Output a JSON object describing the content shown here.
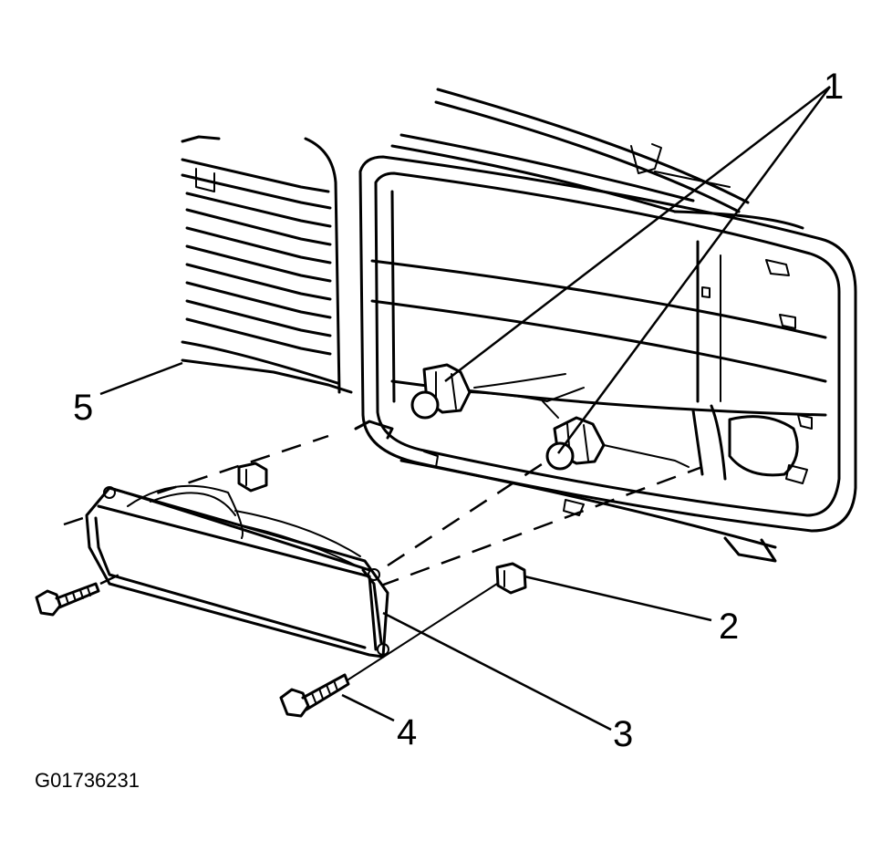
{
  "callouts": [
    {
      "number": "1",
      "part": "bulb-socket-upper"
    },
    {
      "number": "2",
      "part": "clip-nut"
    },
    {
      "number": "3",
      "part": "lamp-assembly"
    },
    {
      "number": "4",
      "part": "screw"
    },
    {
      "number": "5",
      "part": "grille-bumper-fascia"
    }
  ],
  "figure_id": "G01736231"
}
